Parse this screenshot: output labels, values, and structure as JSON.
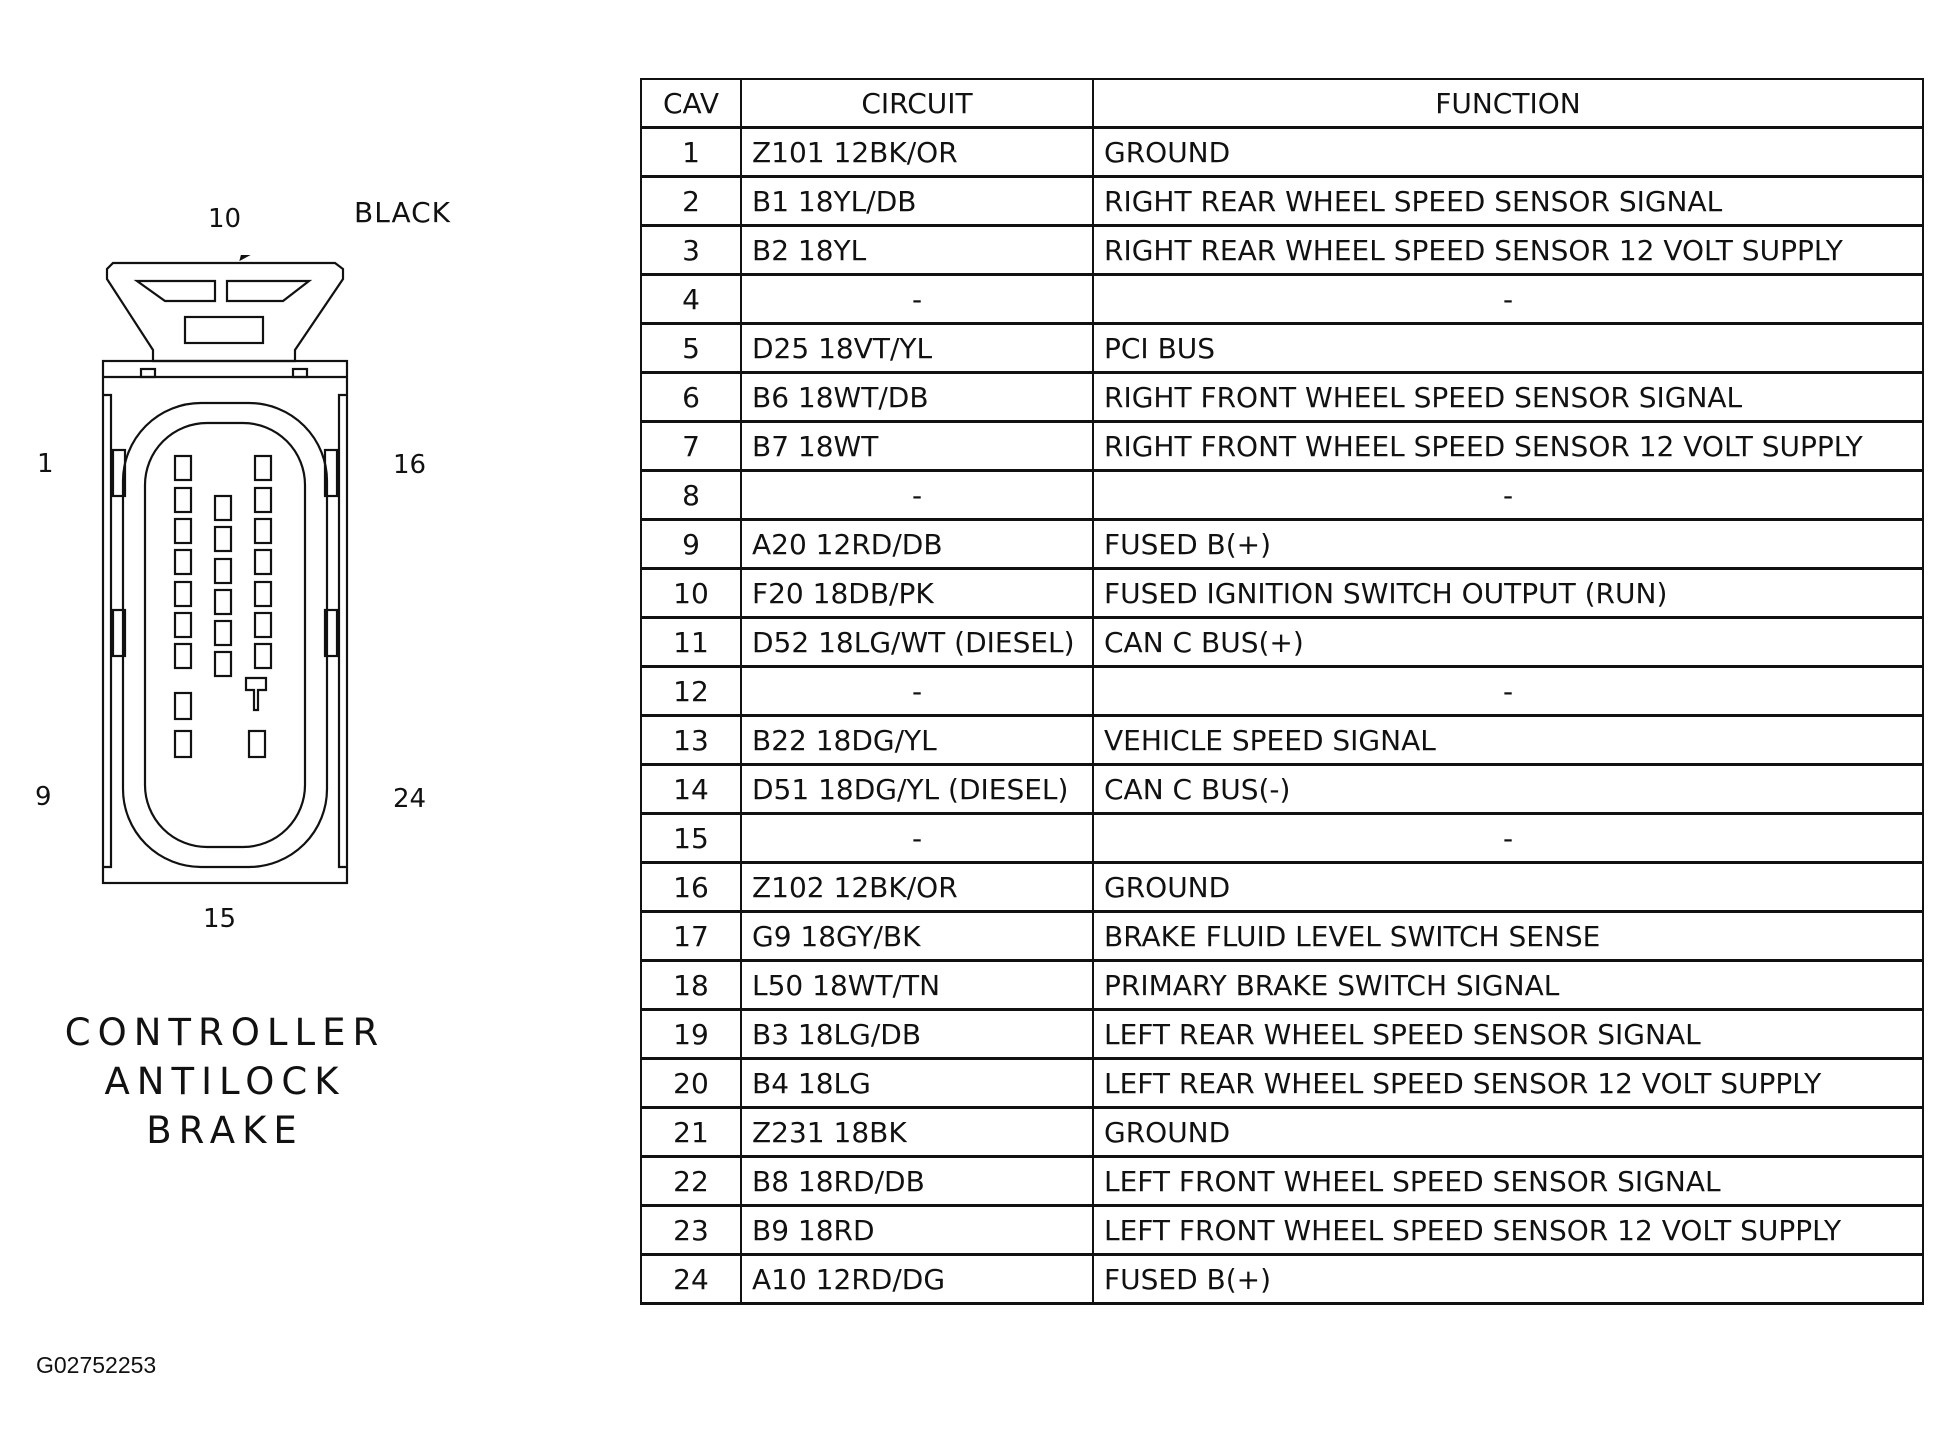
{
  "connector": {
    "pin_labels": [
      "10",
      "1",
      "16",
      "9",
      "24",
      "15"
    ],
    "color_label": "BLACK",
    "caption_lines": [
      "CONTROLLER",
      "ANTILOCK",
      "BRAKE"
    ]
  },
  "figure_id": "G02752253",
  "table": {
    "headers": [
      "CAV",
      "CIRCUIT",
      "FUNCTION"
    ],
    "rows": [
      {
        "cav": "1",
        "circuit": "Z101 12BK/OR",
        "function": "GROUND"
      },
      {
        "cav": "2",
        "circuit": "B1 18YL/DB",
        "function": "RIGHT REAR WHEEL SPEED SENSOR SIGNAL"
      },
      {
        "cav": "3",
        "circuit": "B2 18YL",
        "function": "RIGHT REAR WHEEL SPEED SENSOR 12 VOLT SUPPLY"
      },
      {
        "cav": "4",
        "circuit": "-",
        "function": "-"
      },
      {
        "cav": "5",
        "circuit": "D25 18VT/YL",
        "function": "PCI BUS"
      },
      {
        "cav": "6",
        "circuit": "B6 18WT/DB",
        "function": "RIGHT FRONT WHEEL SPEED SENSOR SIGNAL"
      },
      {
        "cav": "7",
        "circuit": "B7 18WT",
        "function": "RIGHT FRONT WHEEL SPEED SENSOR 12 VOLT SUPPLY"
      },
      {
        "cav": "8",
        "circuit": "-",
        "function": "-"
      },
      {
        "cav": "9",
        "circuit": "A20 12RD/DB",
        "function": "FUSED B(+)"
      },
      {
        "cav": "10",
        "circuit": "F20 18DB/PK",
        "function": "FUSED IGNITION SWITCH OUTPUT (RUN)"
      },
      {
        "cav": "11",
        "circuit": "D52 18LG/WT (DIESEL)",
        "function": "CAN C BUS(+)"
      },
      {
        "cav": "12",
        "circuit": "-",
        "function": "-"
      },
      {
        "cav": "13",
        "circuit": "B22 18DG/YL",
        "function": "VEHICLE SPEED SIGNAL"
      },
      {
        "cav": "14",
        "circuit": "D51 18DG/YL (DIESEL)",
        "function": "CAN C BUS(-)"
      },
      {
        "cav": "15",
        "circuit": "-",
        "function": "-"
      },
      {
        "cav": "16",
        "circuit": "Z102 12BK/OR",
        "function": "GROUND"
      },
      {
        "cav": "17",
        "circuit": "G9 18GY/BK",
        "function": "BRAKE FLUID LEVEL SWITCH SENSE"
      },
      {
        "cav": "18",
        "circuit": "L50 18WT/TN",
        "function": "PRIMARY BRAKE SWITCH SIGNAL"
      },
      {
        "cav": "19",
        "circuit": "B3 18LG/DB",
        "function": "LEFT REAR WHEEL SPEED SENSOR SIGNAL"
      },
      {
        "cav": "20",
        "circuit": "B4 18LG",
        "function": "LEFT REAR WHEEL SPEED SENSOR 12 VOLT SUPPLY"
      },
      {
        "cav": "21",
        "circuit": "Z231 18BK",
        "function": "GROUND"
      },
      {
        "cav": "22",
        "circuit": "B8 18RD/DB",
        "function": "LEFT FRONT WHEEL SPEED SENSOR SIGNAL"
      },
      {
        "cav": "23",
        "circuit": "B9 18RD",
        "function": "LEFT FRONT WHEEL SPEED SENSOR 12 VOLT SUPPLY"
      },
      {
        "cav": "24",
        "circuit": "A10 12RD/DG",
        "function": "FUSED B(+)"
      }
    ]
  }
}
